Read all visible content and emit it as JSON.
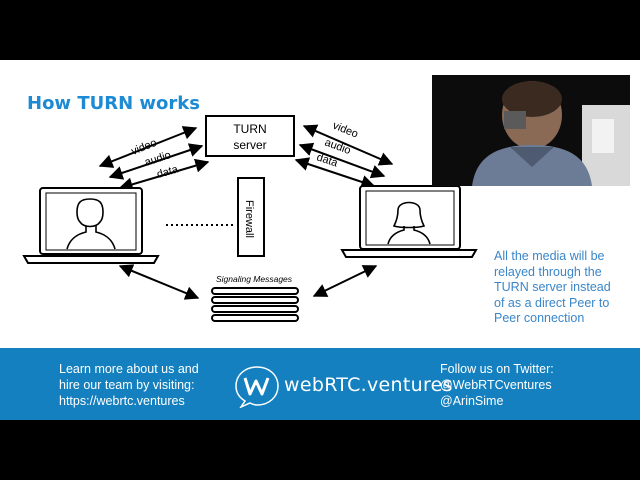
{
  "slide": {
    "title": "How TURN works",
    "turn_server": [
      "TURN",
      "server"
    ],
    "firewall_label": "Firewall",
    "signaling_label": "Signaling Messages",
    "left_streams": [
      "video",
      "audio",
      "data"
    ],
    "right_streams": [
      "video",
      "audio",
      "data"
    ],
    "note": "All the media will be relayed through the TURN server instead of as a direct Peer to Peer connection"
  },
  "footer": {
    "left_lines": [
      "Learn more about us and",
      "hire our team by visiting:",
      "https://webrtc.ventures"
    ],
    "brand": "webRTC.ventures",
    "right_lines": [
      "Follow us on Twitter:",
      "@WebRTCventures",
      "@ArinSime"
    ]
  },
  "colors": {
    "title": "#1d8ad4",
    "note": "#3a86c8",
    "footer_bg": "#1580bf",
    "letterbox": "#000000"
  }
}
